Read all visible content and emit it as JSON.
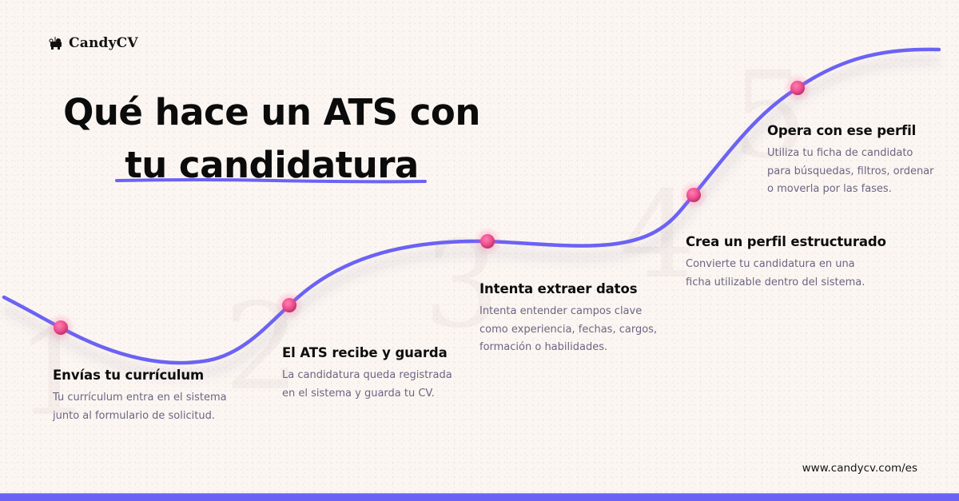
{
  "brand": {
    "name": "CandyCV",
    "icon": "candy-mascot-icon"
  },
  "title": {
    "line1": "Qué hace un ATS con",
    "line2": "tu candidatura"
  },
  "colors": {
    "background": "#fcf6f2",
    "curve": "#6b62f5",
    "dot": "#ef4f8f",
    "heading": "#0d0d0d",
    "body_text": "#6b6583",
    "accent_bar": "#6b62f5"
  },
  "steps": [
    {
      "number": "1",
      "title": "Envías tu currículum",
      "lines": [
        "Tu currículum entra en el sistema",
        "junto al formulario de solicitud."
      ]
    },
    {
      "number": "2",
      "title": "El ATS recibe y guarda",
      "lines": [
        "La candidatura queda registrada",
        "en el sistema y guarda tu CV."
      ]
    },
    {
      "number": "3",
      "title": "Intenta extraer datos",
      "lines": [
        "Intenta entender campos clave",
        "como experiencia, fechas, cargos,",
        "formación o habilidades."
      ]
    },
    {
      "number": "4",
      "title": "Crea un perfil estructurado",
      "lines": [
        "Convierte tu candidatura en una",
        "ficha utilizable dentro del sistema."
      ]
    },
    {
      "number": "5",
      "title": "Opera con ese perfil",
      "lines": [
        "Utiliza tu ficha de candidato",
        "para búsquedas, filtros, ordenar",
        "o moverla por las fases."
      ]
    }
  ],
  "footer": {
    "url": "www.candycv.com/es"
  }
}
